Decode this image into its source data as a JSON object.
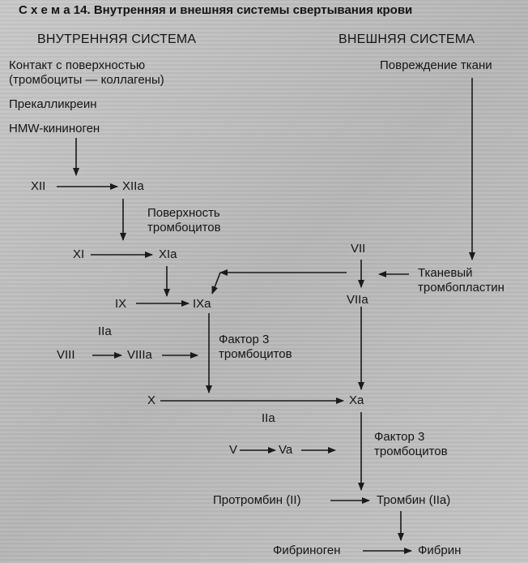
{
  "title": "С х е м а 14. Внутренняя и внешняя системы свертывания крови",
  "headers": {
    "intrinsic": "ВНУТРЕННЯЯ СИСТЕМА",
    "extrinsic": "ВНЕШНЯЯ СИСТЕМА"
  },
  "labels": {
    "contact_line1": "Контакт с поверхностью",
    "contact_line2": "(тромбоциты — коллагены)",
    "prekallikrein": "Прекалликреин",
    "hmw_kininogen": "HMW-кининоген",
    "tissue_damage": "Повреждение ткани",
    "f12": "XII",
    "f12a": "XIIa",
    "platelet_surface_line1": "Поверхность",
    "platelet_surface_line2": "тромбоцитов",
    "f11": "XI",
    "f11a": "XIa",
    "f7": "VII",
    "tissue_tp_line1": "Тканевый",
    "tissue_tp_line2": "тромбопластин",
    "f9": "IX",
    "f9a": "IXa",
    "f7a": "VIIa",
    "f2a_top": "IIa",
    "f8": "VIII",
    "f8a": "VIIIa",
    "pf3_top_line1": "Фактор 3",
    "pf3_top_line2": "тромбоцитов",
    "f10": "X",
    "f10a": "Xa",
    "f2a_mid": "IIa",
    "f5": "V",
    "f5a": "Va",
    "pf3_bot_line1": "Фактор 3",
    "pf3_bot_line2": "тромбоцитов",
    "prothrombin": "Протромбин (II)",
    "thrombin": "Тромбин (IIa)",
    "fibrinogen": "Фибриноген",
    "fibrin": "Фибрин"
  }
}
